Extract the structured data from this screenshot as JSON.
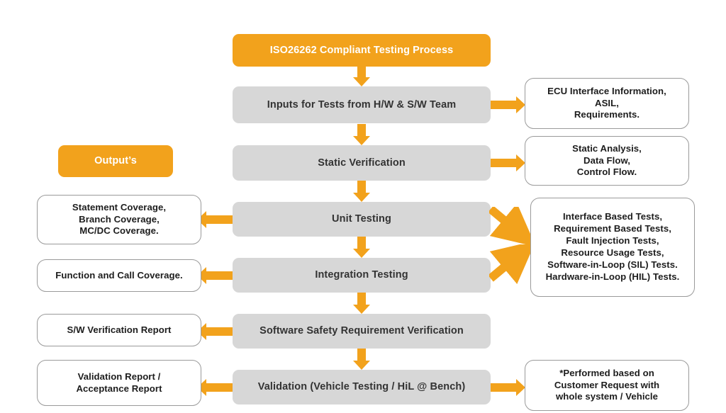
{
  "diagram": {
    "title": "ISO26262 Compliant Testing Process",
    "outputs_legend": "Output’s",
    "process_steps": [
      {
        "label": "Inputs for Tests from H/W & S/W Team"
      },
      {
        "label": "Static Verification"
      },
      {
        "label": "Unit Testing"
      },
      {
        "label": "Integration Testing"
      },
      {
        "label": "Software Safety Requirement Verification"
      },
      {
        "label": "Validation (Vehicle Testing / HiL @ Bench)"
      }
    ],
    "right_boxes": [
      {
        "lines": [
          "ECU Interface Information,",
          "ASIL,",
          "Requirements."
        ]
      },
      {
        "lines": [
          "Static Analysis,",
          "Data Flow,",
          "Control Flow."
        ]
      },
      {
        "lines": [
          "Interface Based Tests,",
          "Requirement Based Tests,",
          "Fault Injection Tests,",
          "Resource Usage Tests,",
          "Software-in-Loop (SIL) Tests.",
          "Hardware-in-Loop (HIL) Tests."
        ]
      },
      {
        "lines": [
          "*Performed based on",
          "Customer Request with",
          "whole system / Vehicle"
        ]
      }
    ],
    "left_boxes": [
      {
        "lines": [
          "Statement Coverage,",
          "Branch Coverage,",
          "MC/DC Coverage."
        ]
      },
      {
        "lines": [
          "Function and Call Coverage."
        ]
      },
      {
        "lines": [
          "S/W Verification Report"
        ]
      },
      {
        "lines": [
          "Validation Report /",
          "Acceptance Report"
        ]
      }
    ],
    "colors": {
      "accent_orange": "#F2A21C",
      "process_grey": "#D7D7D7",
      "box_border": "#9A9A9A",
      "text_dark": "#333333",
      "background": "#FFFFFF"
    }
  }
}
